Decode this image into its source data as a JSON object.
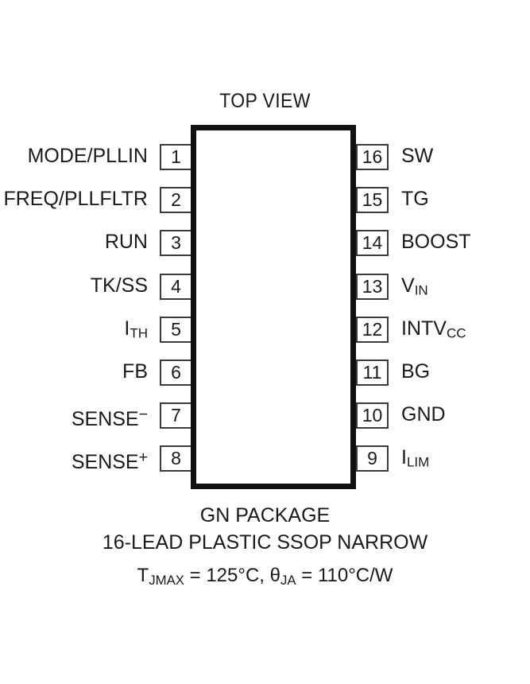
{
  "diagram": {
    "title": "TOP VIEW",
    "package_name": "GN PACKAGE",
    "package_description": "16-LEAD PLASTIC SSOP NARROW",
    "thermal": {
      "tjmax_symbol": "T",
      "tjmax_sub": "JMAX",
      "tjmax_value": " = 125°C, ",
      "theta_symbol": "θ",
      "theta_sub": "JA",
      "theta_value": " = 110°C/W",
      "full_text": "TJMAX = 125°C, θJA = 110°C/W"
    },
    "body_outline_color": "#111111",
    "pin_box_border_color": "#3a3a3a",
    "background_color": "#ffffff"
  },
  "pins": {
    "left": [
      {
        "number": "1",
        "name": "MODE/PLLIN",
        "base": "MODE/PLLIN",
        "sub": "",
        "sup": ""
      },
      {
        "number": "2",
        "name": "FREQ/PLLFLTR",
        "base": "FREQ/PLLFLTR",
        "sub": "",
        "sup": ""
      },
      {
        "number": "3",
        "name": "RUN",
        "base": "RUN",
        "sub": "",
        "sup": ""
      },
      {
        "number": "4",
        "name": "TK/SS",
        "base": "TK/SS",
        "sub": "",
        "sup": ""
      },
      {
        "number": "5",
        "name": "ITH",
        "base": "I",
        "sub": "TH",
        "sup": ""
      },
      {
        "number": "6",
        "name": "FB",
        "base": "FB",
        "sub": "",
        "sup": ""
      },
      {
        "number": "7",
        "name": "SENSE-",
        "base": "SENSE",
        "sub": "",
        "sup": "−"
      },
      {
        "number": "8",
        "name": "SENSE+",
        "base": "SENSE",
        "sub": "",
        "sup": "+"
      }
    ],
    "right": [
      {
        "number": "16",
        "name": "SW",
        "base": "SW",
        "sub": "",
        "sup": ""
      },
      {
        "number": "15",
        "name": "TG",
        "base": "TG",
        "sub": "",
        "sup": ""
      },
      {
        "number": "14",
        "name": "BOOST",
        "base": "BOOST",
        "sub": "",
        "sup": ""
      },
      {
        "number": "13",
        "name": "VIN",
        "base": "V",
        "sub": "IN",
        "sup": ""
      },
      {
        "number": "12",
        "name": "INTVCC",
        "base": "INTV",
        "sub": "CC",
        "sup": ""
      },
      {
        "number": "11",
        "name": "BG",
        "base": "BG",
        "sub": "",
        "sup": ""
      },
      {
        "number": "10",
        "name": "GND",
        "base": "GND",
        "sub": "",
        "sup": ""
      },
      {
        "number": "9",
        "name": "ILIM",
        "base": "I",
        "sub": "LIM",
        "sup": ""
      }
    ]
  }
}
